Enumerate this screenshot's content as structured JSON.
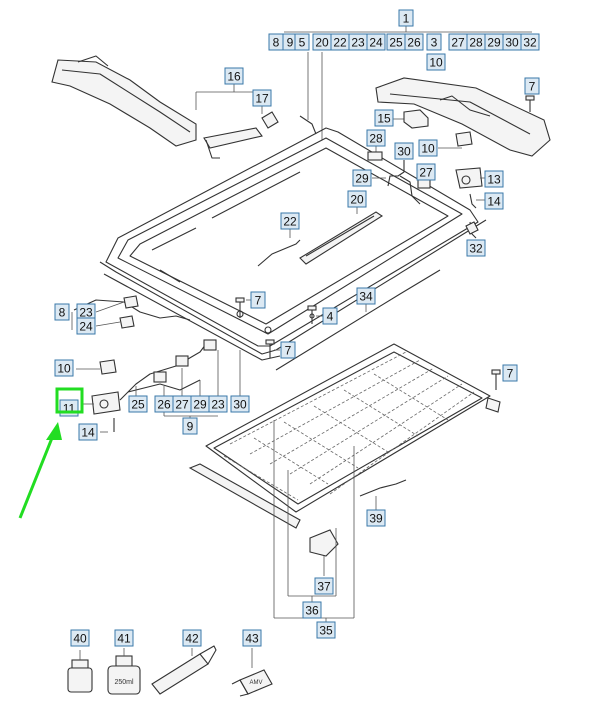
{
  "diagram": {
    "label_all_parts": "1",
    "labels": {
      "c8": "8",
      "c9a": "9",
      "c5": "5",
      "c20": "20",
      "c22": "22",
      "c23": "23",
      "c24": "24",
      "c25": "25",
      "c26": "26",
      "c3": "3",
      "c27": "27",
      "c28": "28",
      "c29": "29",
      "c30": "30",
      "c32": "32",
      "c10top": "10",
      "c16": "16",
      "c17": "17",
      "c7a": "7",
      "c15": "15",
      "c28b": "28",
      "c30b": "30",
      "c10b": "10",
      "c27b": "27",
      "c29b": "29",
      "c13": "13",
      "c20b": "20",
      "c14a": "14",
      "c22b": "22",
      "c32b": "32",
      "c8b": "8",
      "c23b": "23",
      "c24b": "24",
      "c7b": "7",
      "c34": "34",
      "c4": "4",
      "c7c": "7",
      "c10c": "10",
      "c7d": "7",
      "c11": "11",
      "c25b": "25",
      "c26b": "26",
      "c27c": "27",
      "c29c": "29",
      "c23c": "23",
      "c30c": "30",
      "c9b": "9",
      "c14b": "14",
      "c39": "39",
      "c37": "37",
      "c36": "36",
      "c35": "35",
      "c40": "40",
      "c41": "41",
      "c42": "42",
      "c43": "43"
    },
    "tube_text": "AMV",
    "bottle_text": "250ml",
    "highlight_color": "#22dd22",
    "callout_color": "#dce9f3"
  }
}
